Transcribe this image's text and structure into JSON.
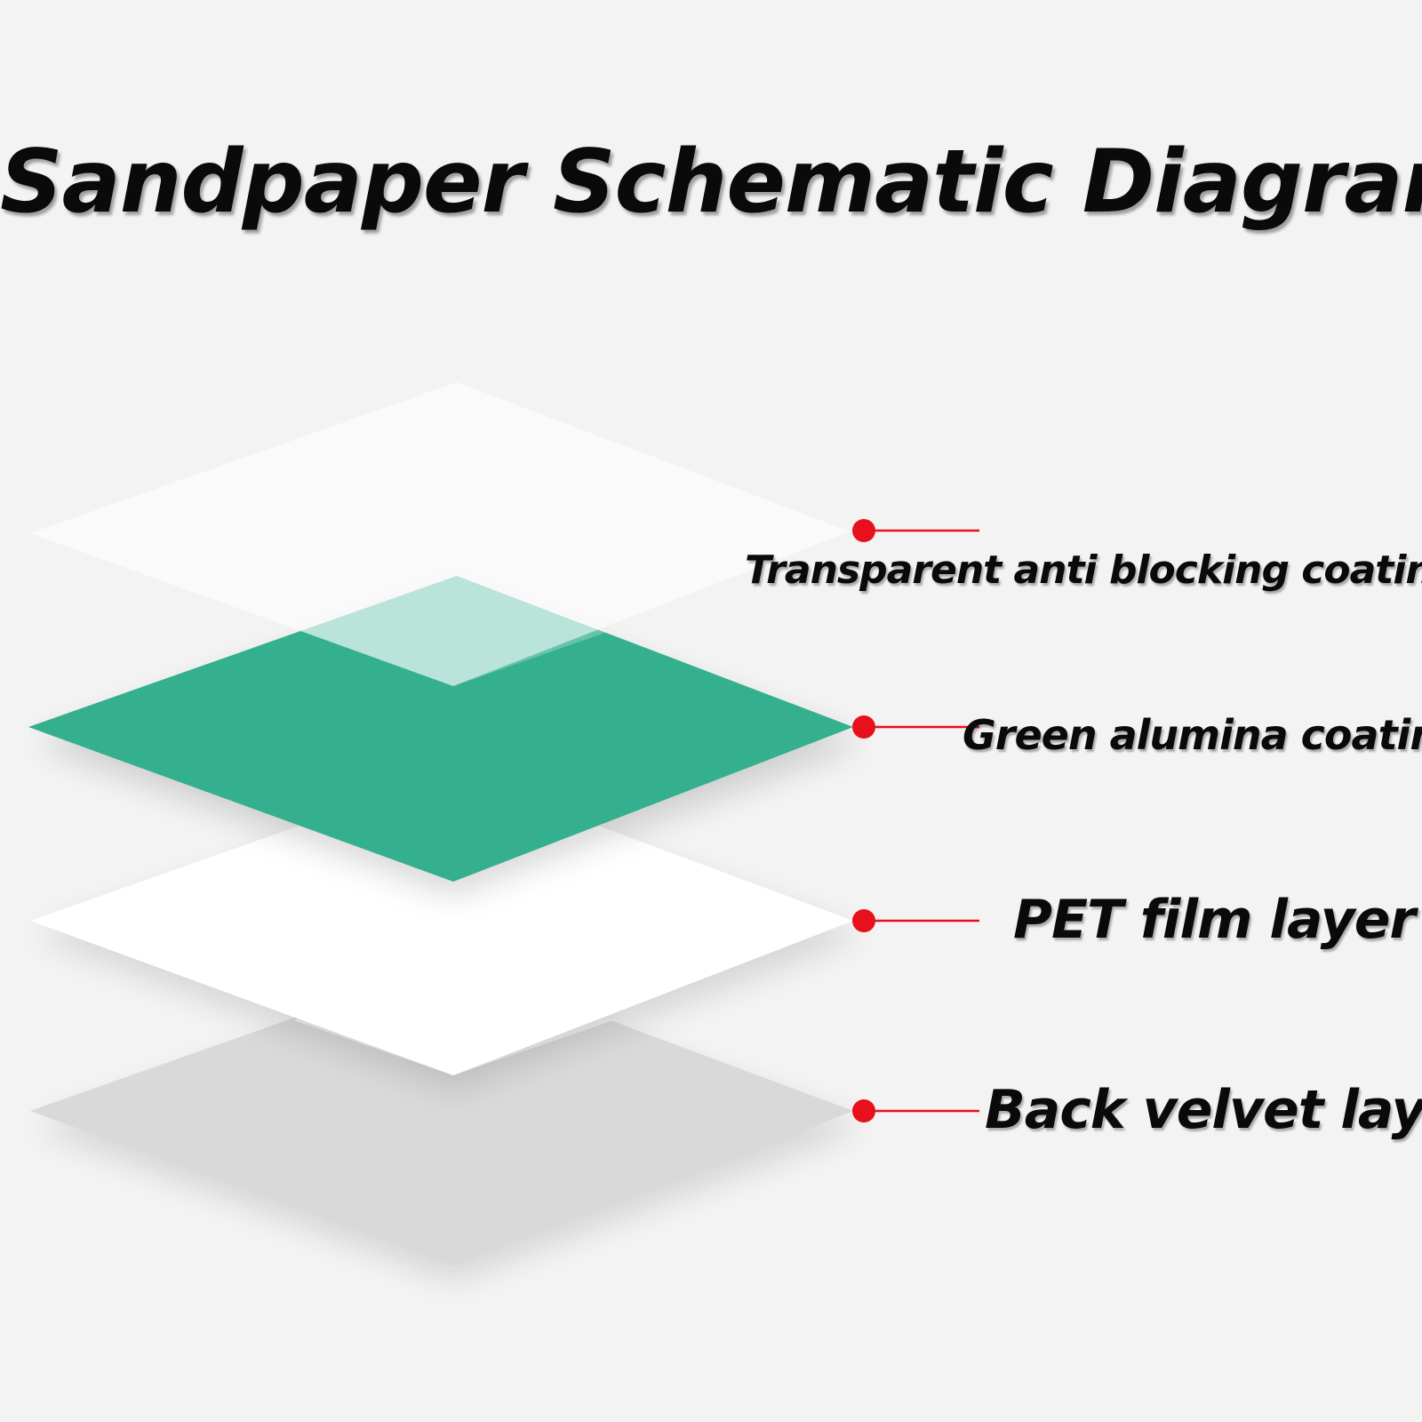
{
  "title": "Sandpaper Schematic Diagram",
  "layers": [
    {
      "label": "Transparent anti blocking coating",
      "color": "#fafafa"
    },
    {
      "label": "Green alumina coating",
      "color": "#34b08f"
    },
    {
      "label": "PET film layer",
      "color": "#ffffff"
    },
    {
      "label": "Back velvet layer",
      "color": "#d9d9d9"
    }
  ],
  "colors": {
    "background": "#f3f3f3",
    "marker": "#e8101a",
    "text": "#0a0a0a"
  }
}
